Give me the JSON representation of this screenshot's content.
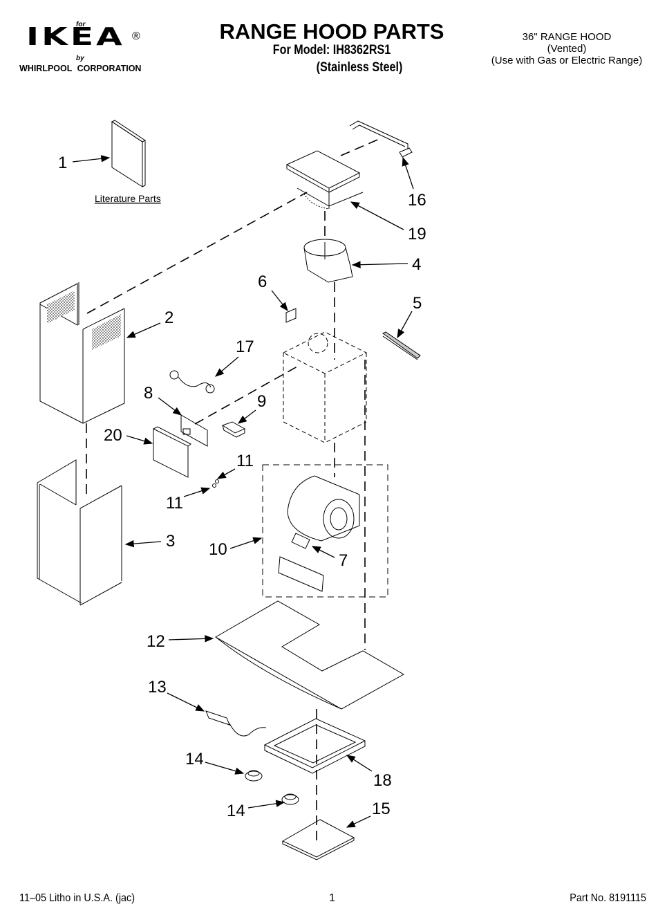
{
  "header": {
    "logo": {
      "for": "for",
      "brand": "IKEA",
      "registered": "®",
      "by": "by",
      "corporation": "WHIRLPOOL  CORPORATION"
    },
    "title": "RANGE HOOD PARTS",
    "model_line": "For Model: IH8362RS1",
    "finish": "(Stainless Steel)",
    "spec": {
      "line1": "36\" RANGE HOOD",
      "line2": "(Vented)",
      "line3": "(Use with Gas or Electric Range)"
    }
  },
  "diagram": {
    "literature_label": "Literature Parts",
    "callouts": [
      {
        "id": "c1",
        "number": "1"
      },
      {
        "id": "c2",
        "number": "2"
      },
      {
        "id": "c3",
        "number": "3"
      },
      {
        "id": "c4",
        "number": "4"
      },
      {
        "id": "c5",
        "number": "5"
      },
      {
        "id": "c6",
        "number": "6"
      },
      {
        "id": "c7",
        "number": "7"
      },
      {
        "id": "c8",
        "number": "8"
      },
      {
        "id": "c9",
        "number": "9"
      },
      {
        "id": "c10",
        "number": "10"
      },
      {
        "id": "c11a",
        "number": "11"
      },
      {
        "id": "c11b",
        "number": "11"
      },
      {
        "id": "c12",
        "number": "12"
      },
      {
        "id": "c13",
        "number": "13"
      },
      {
        "id": "c14a",
        "number": "14"
      },
      {
        "id": "c14b",
        "number": "14"
      },
      {
        "id": "c15",
        "number": "15"
      },
      {
        "id": "c16",
        "number": "16"
      },
      {
        "id": "c17",
        "number": "17"
      },
      {
        "id": "c18",
        "number": "18"
      },
      {
        "id": "c19",
        "number": "19"
      },
      {
        "id": "c20",
        "number": "20"
      }
    ]
  },
  "footer": {
    "print_info": "11–05 Litho in U.S.A. (jac)",
    "page_number": "1",
    "part_number": "Part No. 8191115"
  }
}
